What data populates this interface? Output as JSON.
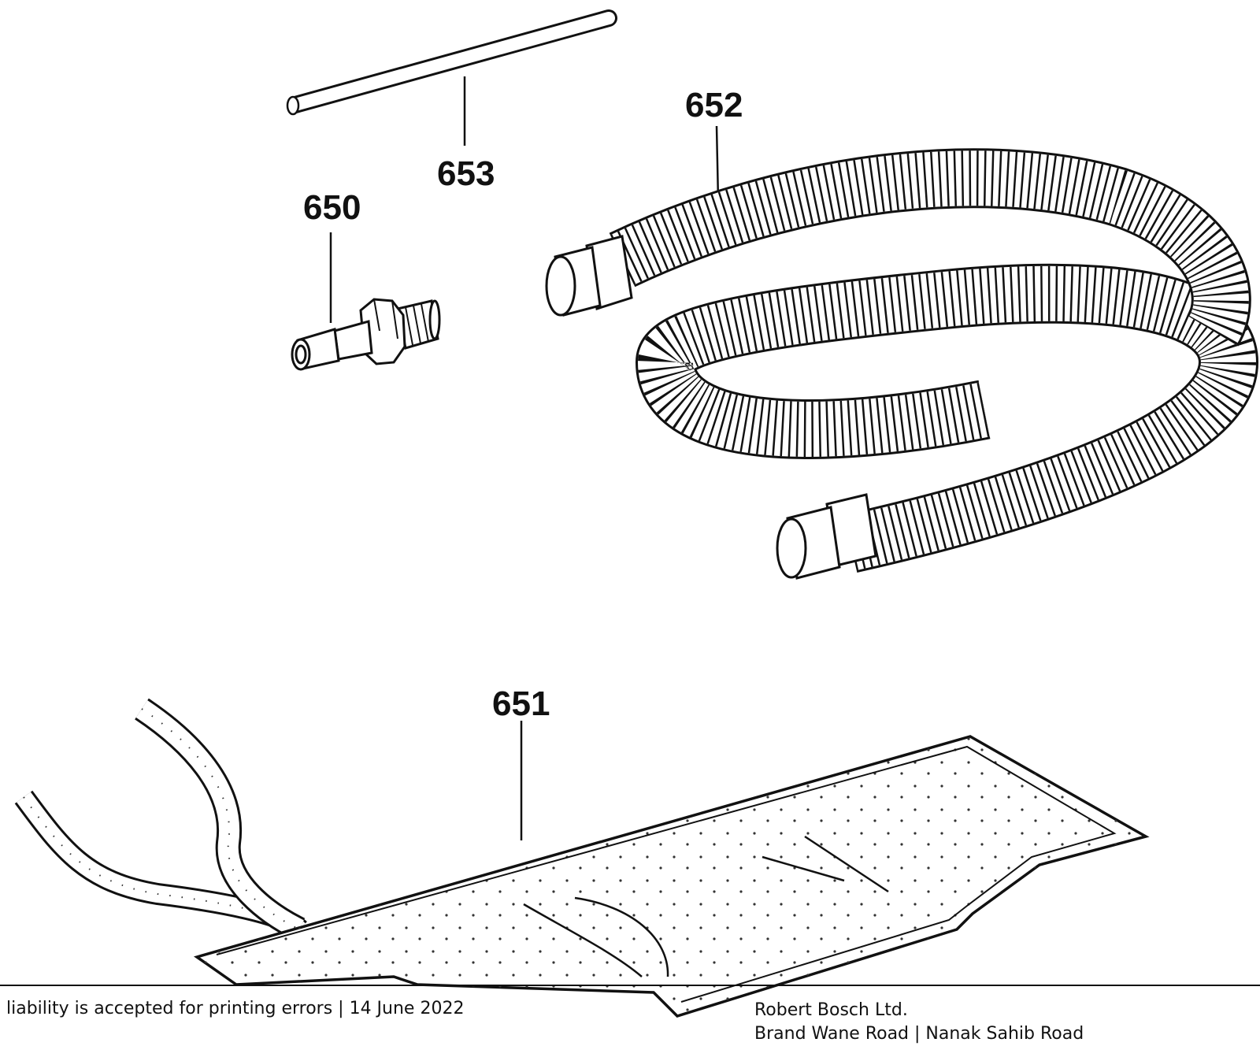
{
  "callouts": {
    "p650": "650",
    "p651": "651",
    "p652": "652",
    "p653": "653"
  },
  "footer": {
    "left_text": "liability is accepted for printing errors | 14 June 2022",
    "company": "Robert Bosch Ltd.",
    "address_partial": "Brand Wane Road | Nanak Sahib Road"
  },
  "colors": {
    "line": "#111111",
    "background": "#ffffff"
  }
}
